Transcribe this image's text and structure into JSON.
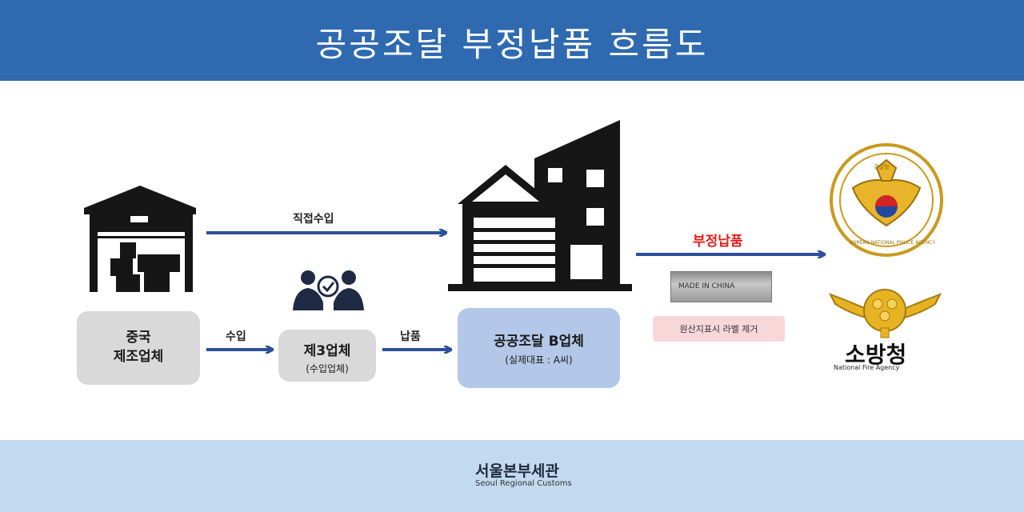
{
  "header": {
    "title": "공공조달 부정납품 흐름도"
  },
  "diagram": {
    "china_manufacturer": {
      "line1": "중국",
      "line2": "제조업체"
    },
    "third_party": {
      "title": "제3업체",
      "subtitle": "(수입업체)"
    },
    "company_b": {
      "title": "공공조달 B업체",
      "subtitle": "(실제대표 : A씨)"
    },
    "arrows": {
      "direct_import": "직접수입",
      "import": "수입",
      "delivery": "납품",
      "fraud_delivery": "부정납품"
    },
    "made_in_china_label": "MADE IN CHINA",
    "origin_label_removal": "원산지표시 라벨 제거",
    "police_logo": {
      "top_text": "경찰청",
      "ring_text": "KOREAN NATIONAL POLICE AGENCY"
    },
    "fire_agency": {
      "name": "소방청",
      "english": "National Fire Agency"
    }
  },
  "colors": {
    "header_bg": "#2f6ab1",
    "footer_bg": "#c2d9ef",
    "arrow": "#2d4f9c",
    "fraud_red": "#e0201b",
    "gray_box": "#d9d9d9",
    "blue_box": "#b3c8e8"
  },
  "footer": {
    "org_name": "서울본부세관",
    "org_name_en": "Seoul Regional Customs"
  },
  "icons": [
    "warehouse-icon",
    "handshake-icon",
    "building-icon",
    "police-emblem-icon",
    "fire-agency-emblem-icon",
    "customs-logo-icon"
  ]
}
